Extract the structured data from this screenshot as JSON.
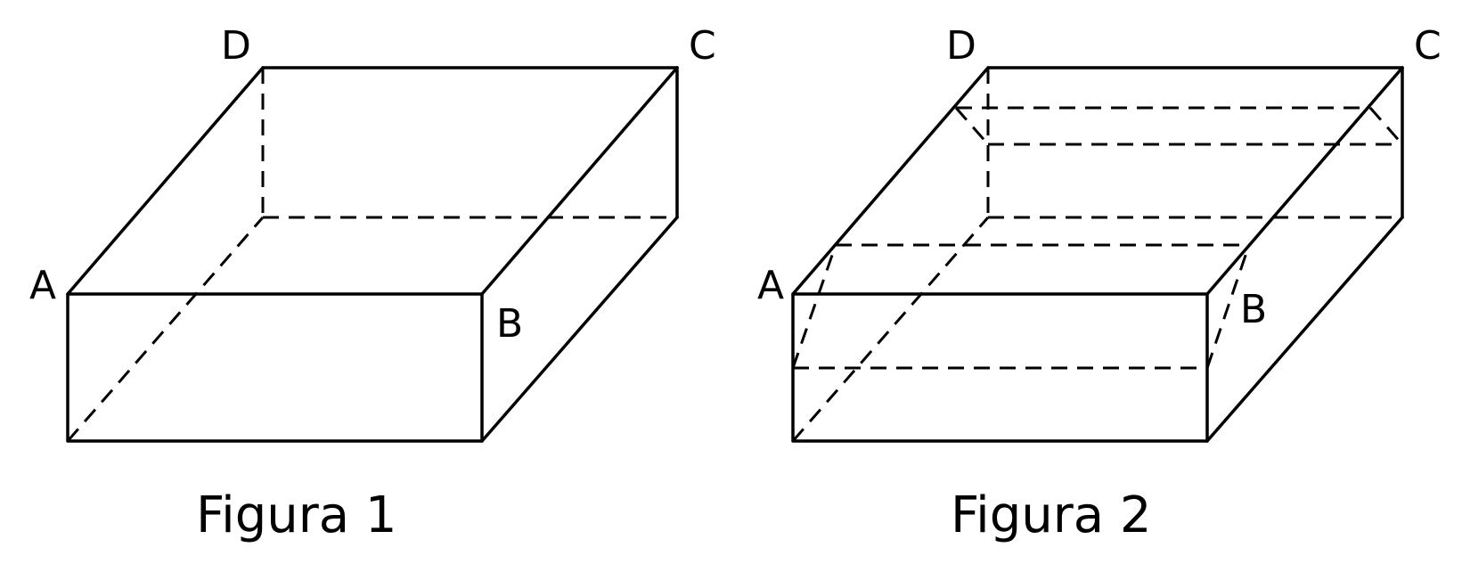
{
  "figure1": {
    "caption": "Figura 1",
    "labels": {
      "a": "A",
      "b": "B",
      "c": "C",
      "d": "D"
    }
  },
  "figure2": {
    "caption": "Figura 2",
    "labels": {
      "a": "A",
      "b": "B",
      "c": "C",
      "d": "D"
    }
  }
}
